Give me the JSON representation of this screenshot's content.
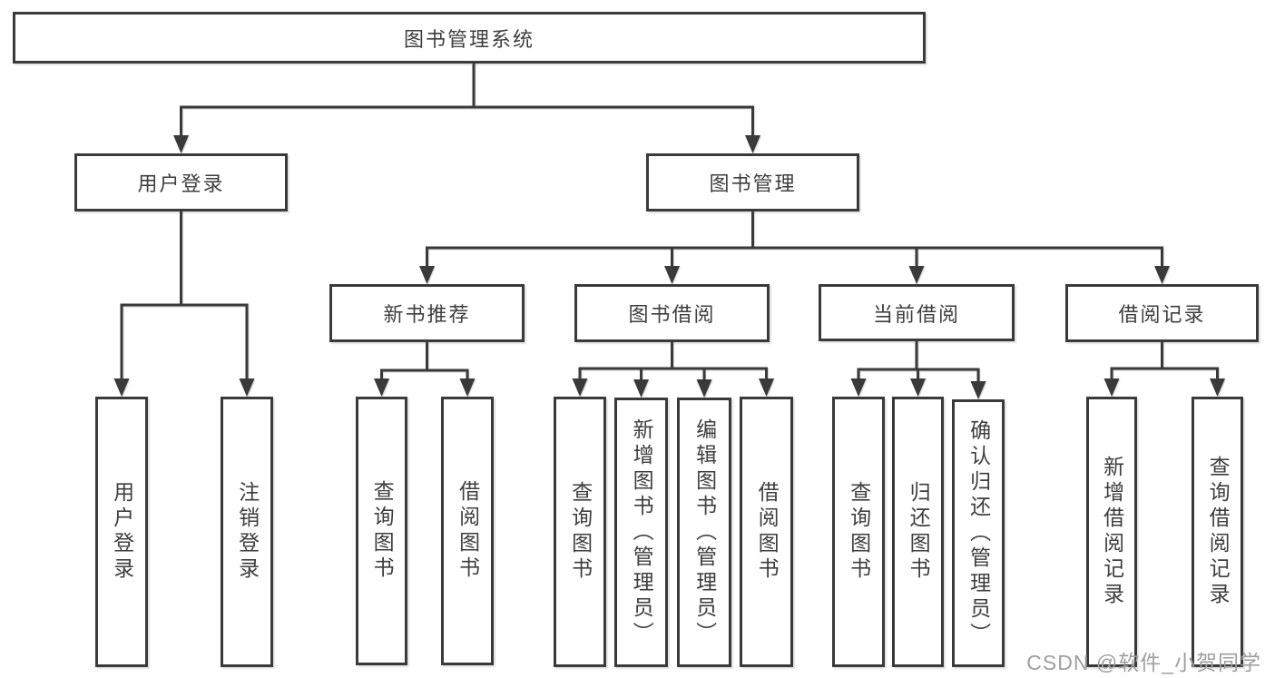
{
  "diagram_title": "图书管理系统",
  "nodes": {
    "root": {
      "label": "图书管理系统"
    },
    "login": {
      "label": "用户登录",
      "children": [
        {
          "label": "用户登录"
        },
        {
          "label": "注销登录"
        }
      ]
    },
    "mgmt": {
      "label": "图书管理"
    },
    "recommend": {
      "label": "新书推荐",
      "children": [
        {
          "label": "查询图书"
        },
        {
          "label": "借阅图书"
        }
      ]
    },
    "borrow": {
      "label": "图书借阅",
      "children": [
        {
          "label": "查询图书"
        },
        {
          "label": "新增图书（管理员）"
        },
        {
          "label": "编辑图书（管理员）"
        },
        {
          "label": "借阅图书"
        }
      ]
    },
    "current": {
      "label": "当前借阅",
      "children": [
        {
          "label": "查询图书"
        },
        {
          "label": "归还图书"
        },
        {
          "label": "确认归还（管理员）"
        }
      ]
    },
    "records": {
      "label": "借阅记录",
      "children": [
        {
          "label": "新增借阅记录"
        },
        {
          "label": "查询借阅记录"
        }
      ]
    }
  },
  "watermark": {
    "text": "CSDN @软件_小贺同学"
  },
  "colors": {
    "line": "#3a3a3a",
    "text": "#3e3e3e",
    "watermark": "#9f9f9f",
    "background": "#ffffff"
  }
}
